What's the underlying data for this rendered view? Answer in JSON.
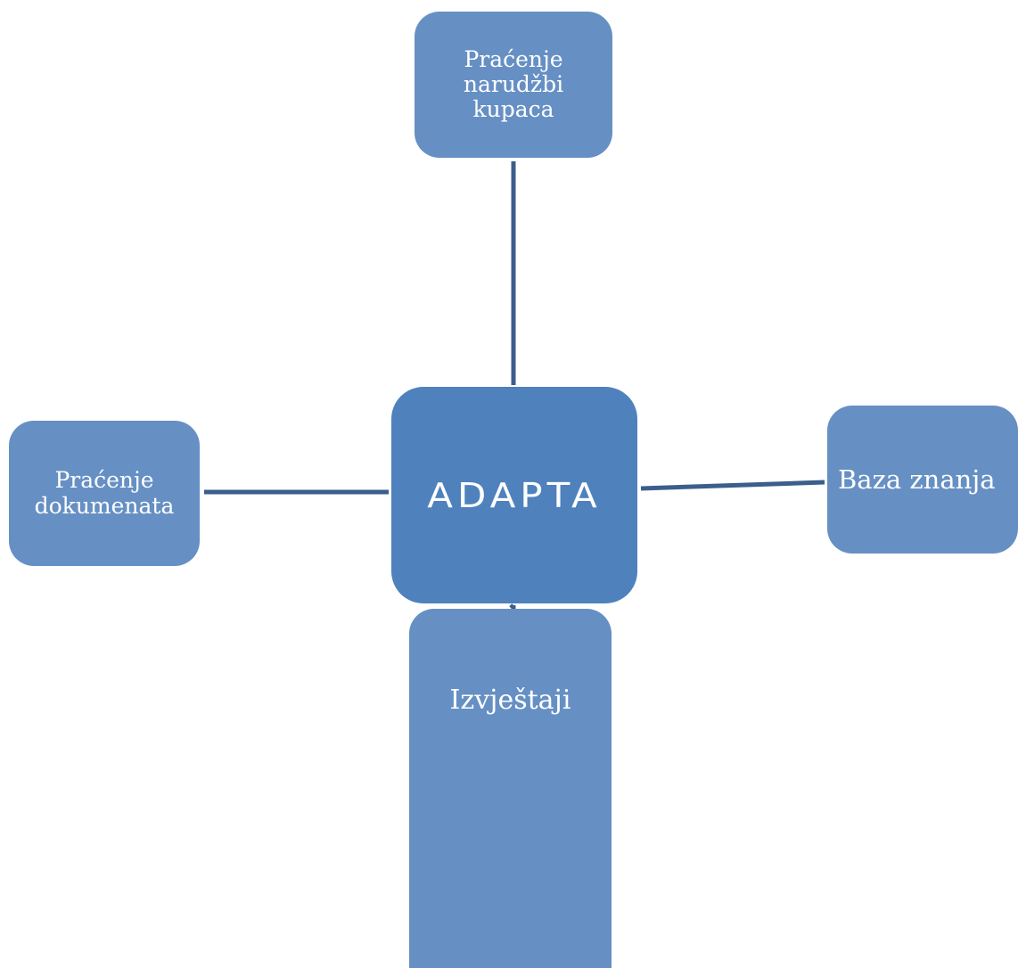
{
  "diagram": {
    "center": {
      "label": "ADAPTA"
    },
    "nodes": {
      "top": {
        "label": "Praćenje\nnarudžbi\nkupaca"
      },
      "left": {
        "label": "Praćenje\ndokumenata"
      },
      "right": {
        "label": "Baza znanja"
      },
      "bottom": {
        "label": "Izvještaji"
      }
    },
    "edges": [
      {
        "from": "center",
        "to": "top"
      },
      {
        "from": "center",
        "to": "left"
      },
      {
        "from": "center",
        "to": "right"
      },
      {
        "from": "center",
        "to": "bottom"
      }
    ],
    "colors": {
      "center_fill": "#4f81bd",
      "node_fill": "#6690c4",
      "connector": "#3b5e8c",
      "text": "#ffffff"
    }
  }
}
